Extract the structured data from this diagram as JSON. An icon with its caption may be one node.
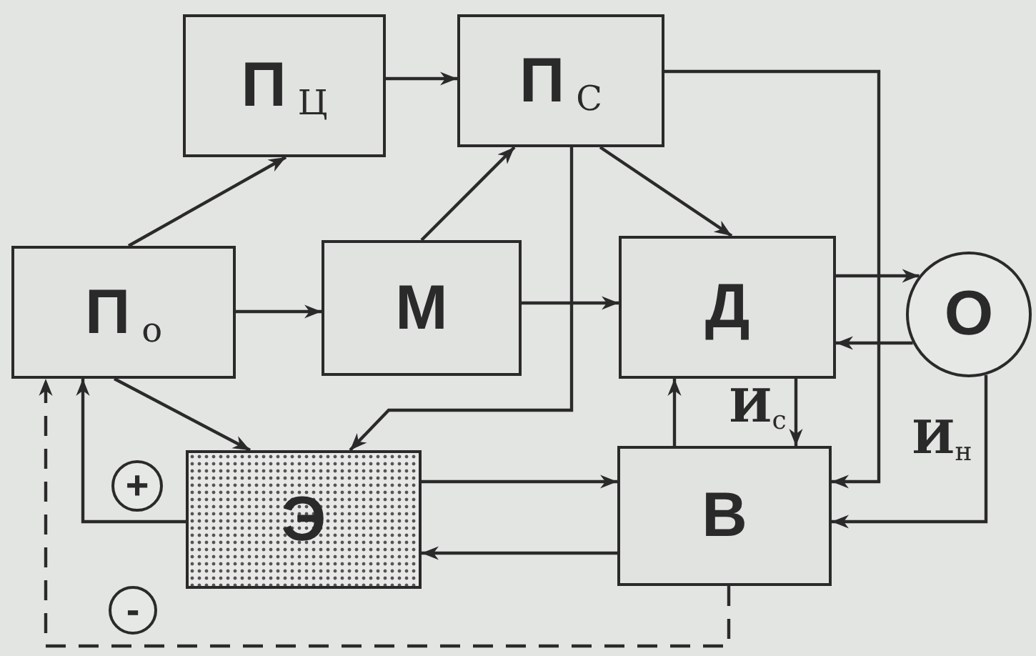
{
  "diagram": {
    "nodes": [
      {
        "text": [
          "П$_{Ц}$"
        ]
      },
      {
        "text": [
          "П$_{С}$"
        ]
      },
      {
        "text": [
          "П$_{о}$"
        ]
      },
      {
        "text": [
          "М"
        ]
      },
      {
        "text": [
          "Д"
        ]
      },
      {
        "text": [
          "О"
        ]
      },
      {
        "text": [
          "+"
        ]
      },
      {
        "text": [
          "Э"
        ]
      },
      {
        "text": [
          "В"
        ]
      },
      {
        "text": [
          "-"
        ]
      }
    ],
    "edges": [
      {
        "from": 2,
        "to": 0,
        "arrow": "to"
      },
      {
        "from": 0,
        "to": 1,
        "arrow": "to"
      },
      {
        "from": 2,
        "to": 3,
        "arrow": "to"
      },
      {
        "from": 3,
        "to": 1,
        "arrow": "to"
      },
      {
        "from": 1,
        "to": 4,
        "arrow": "to"
      },
      {
        "from": 3,
        "to": 4,
        "arrow": "to"
      },
      {
        "from": 1,
        "to": 7,
        "arrow": "to"
      },
      {
        "from": 2,
        "to": 7,
        "arrow": "to"
      },
      {
        "from": 7,
        "to": 2,
        "arrow": "to"
      },
      {
        "from": 8,
        "to": 2,
        "arrow": "to",
        "style": "dashed"
      },
      {
        "from": 4,
        "to": 5,
        "arrow": "to"
      },
      {
        "from": 5,
        "to": 4,
        "arrow": "to"
      },
      {
        "from": 1,
        "to": 8,
        "arrow": "to"
      },
      {
        "from": 5,
        "to": 8,
        "arrow": "to",
        "label": "И$_{н}$"
      },
      {
        "from": 4,
        "to": 8,
        "arrow": "to",
        "label": "И$_{с}$"
      },
      {
        "from": 8,
        "to": 4,
        "arrow": "to"
      },
      {
        "from": 7,
        "to": 8,
        "arrow": "to"
      },
      {
        "from": 8,
        "to": 7,
        "arrow": "to"
      }
    ]
  }
}
